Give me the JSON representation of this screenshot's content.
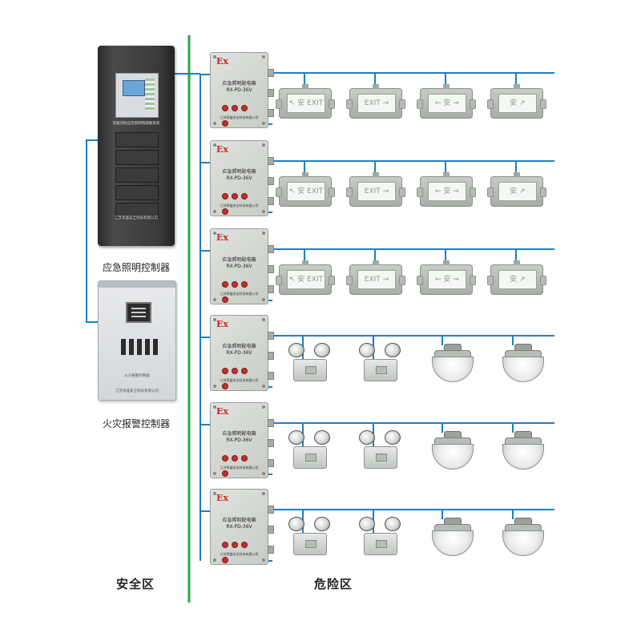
{
  "zones": {
    "safe": "安全区",
    "hazard": "危险区"
  },
  "controllers": {
    "emergency": {
      "label": "应急照明控制器",
      "panel_title": "智能消防应急照明和疏散系统",
      "maker": "江苏荣盛安全科技有限公司"
    },
    "fire_alarm": {
      "label": "火灾报警控制器",
      "panel_title": "火灾报警控制器",
      "maker": "江苏荣盛安全科技有限公司"
    }
  },
  "distribution_box": {
    "mark": "Ex",
    "name": "应急照明配电箱",
    "model": "RX-PD-36V",
    "maker": "江苏荣盛安全科技有限公司"
  },
  "sign_faces": [
    "↖ 安 EXIT",
    "EXIT →",
    "← 安 →",
    "安 ↗"
  ],
  "colors": {
    "wire": "#1e7fc0",
    "boundary": "#2aa44a",
    "ex_mark": "#d32222"
  }
}
